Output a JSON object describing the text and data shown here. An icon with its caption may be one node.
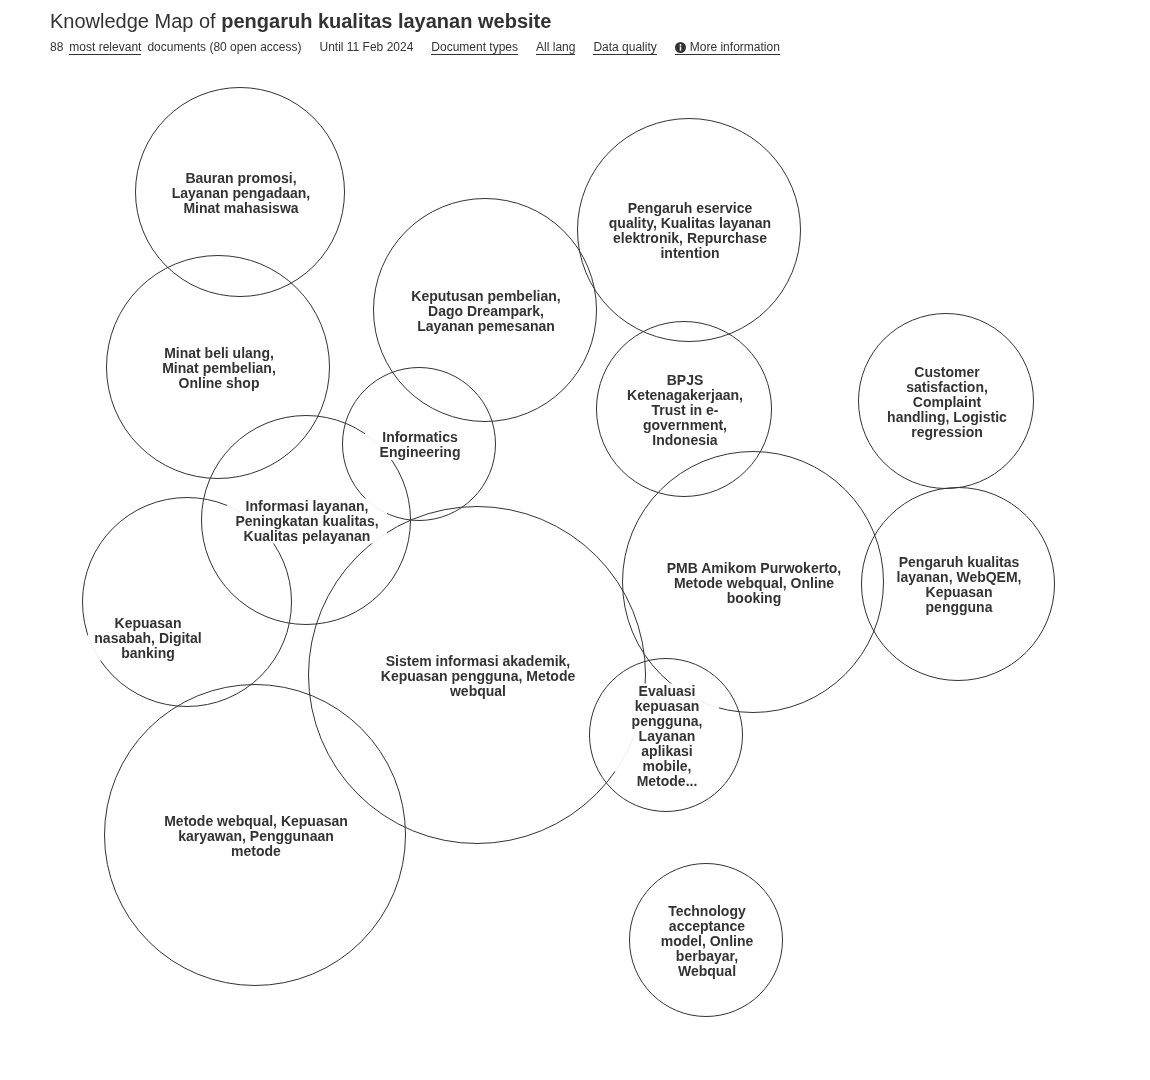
{
  "diagram": {
    "title": "Knowledge Map of **pengaruh kualitas layanan website**",
    "nodes": [
      {
        "text": [
          "Bauran promosi, Layanan pengadaan, Minat mahasiswa"
        ]
      },
      {
        "text": [
          "Pengaruh eservice quality, Kualitas layanan elektronik, Repurchase intention"
        ]
      },
      {
        "text": [
          "Keputusan pembelian, Dago Dreampark, Layanan pemesanan"
        ]
      },
      {
        "text": [
          "Minat beli ulang, Minat pembelian, Online shop"
        ]
      },
      {
        "text": [
          "Customer satisfaction, Complaint handling, Logistic regression"
        ]
      },
      {
        "text": [
          "BPJS Ketenagakerjaan, Trust in e-government, Indonesia"
        ]
      },
      {
        "text": [
          "Informatics Engineering"
        ]
      },
      {
        "text": [
          "Informasi layanan, Peningkatan kualitas, Kualitas pelayanan"
        ]
      },
      {
        "text": [
          "PMB Amikom Purwokerto, Metode webqual, Online booking"
        ]
      },
      {
        "text": [
          "Kepuasan nasabah, Digital banking"
        ]
      },
      {
        "text": [
          "Pengaruh kualitas layanan, WebQEM, Kepuasan pengguna"
        ]
      },
      {
        "text": [
          "Sistem informasi akademik, Kepuasan pengguna, Metode webqual"
        ]
      },
      {
        "text": [
          "Evaluasi kepuasan pengguna, Layanan aplikasi mobile, Metode..."
        ]
      },
      {
        "text": [
          "Metode webqual, Kepuasan karyawan, Penggunaan metode"
        ]
      },
      {
        "text": [
          "Technology acceptance model, Online berbayar, Webqual"
        ]
      }
    ],
    "labels": [
      "88",
      "most relevant",
      "documents (80 open access)",
      "Until 11 Feb 2024",
      "Document types",
      "All lang",
      "Data quality",
      "More information"
    ]
  }
}
